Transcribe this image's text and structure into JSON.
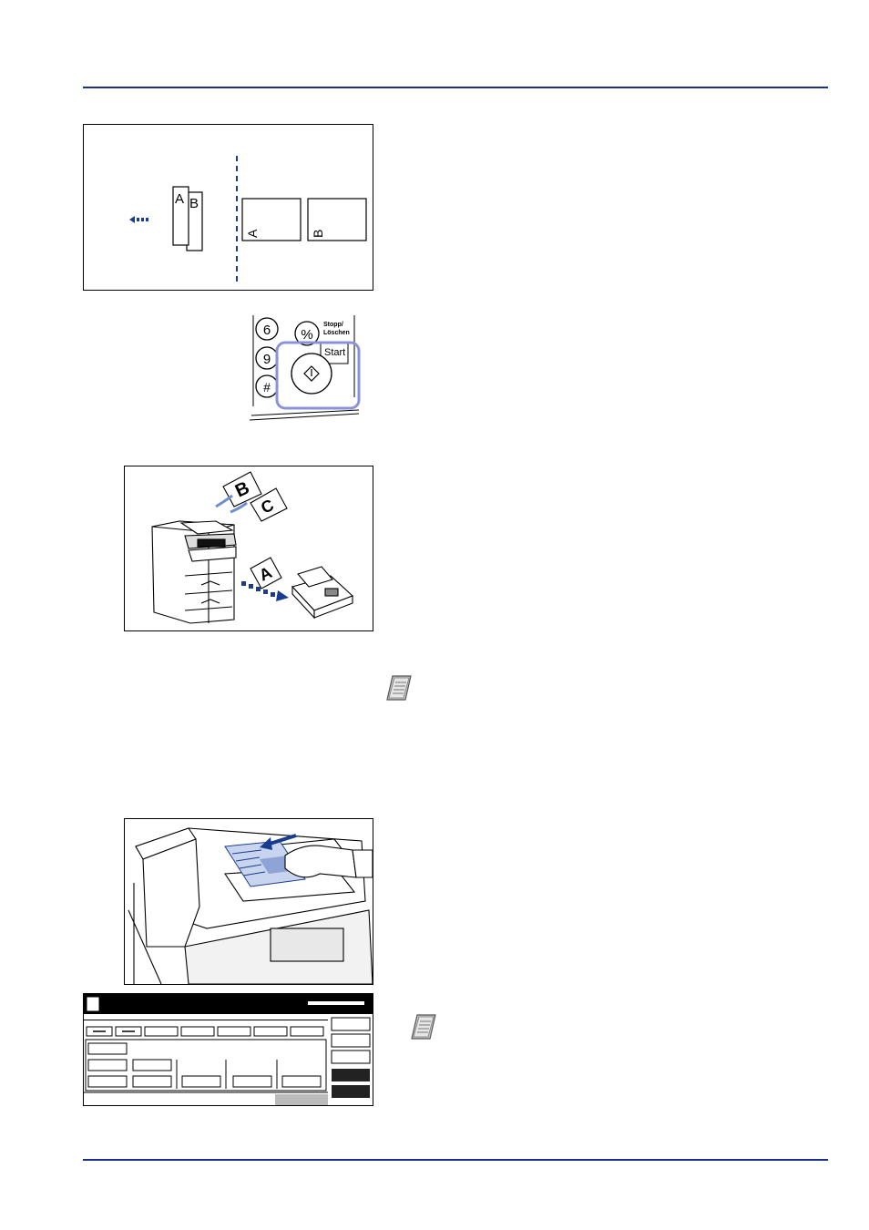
{
  "figures": {
    "book_diagram": {
      "left_page_letter": "A",
      "right_page_letter": "B",
      "scan_page_a": "A",
      "scan_page_b": "B"
    },
    "start_panel": {
      "key_6": "6",
      "key_9": "9",
      "key_hash": "#",
      "key_reset": "%",
      "stop_label_line1": "Stopp/",
      "stop_label_line2": "Löschen",
      "start_label": "Start"
    },
    "fax_send": {
      "doc_a": "A",
      "doc_b": "B",
      "doc_c": "C"
    }
  },
  "colors": {
    "rule": "#1a2f8a",
    "arrow": "#1a3c8f",
    "highlight": "#8b93d6"
  }
}
